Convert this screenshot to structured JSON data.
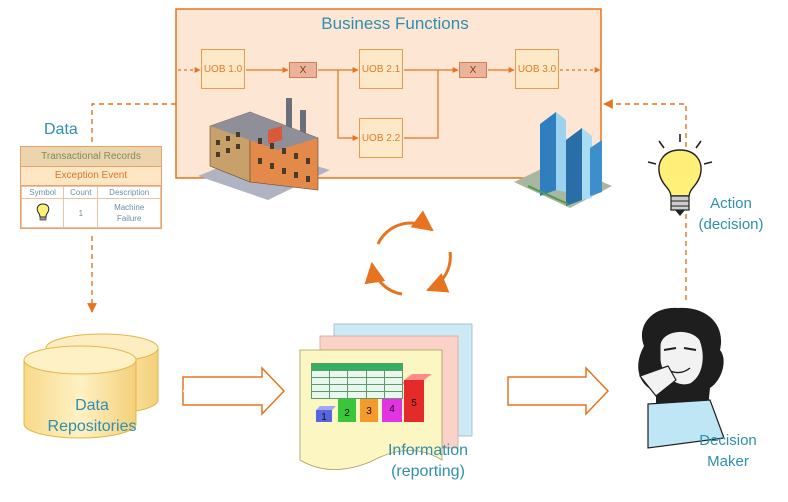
{
  "business_functions": {
    "title": "Business Functions",
    "uobs": [
      "UOB 1.0",
      "UOB 2.1",
      "UOB 2.2",
      "UOB 3.0"
    ],
    "gate_x": "X"
  },
  "data_label": "Data",
  "transactional": {
    "title": "Transactional Records",
    "event": "Exception Event",
    "columns": [
      "Symbol",
      "Count",
      "Description"
    ],
    "row": {
      "count": "1",
      "description_line1": "Machine",
      "description_line2": "Failure"
    }
  },
  "action": {
    "line1": "Action",
    "line2": "(decision)"
  },
  "repositories": {
    "line1": "Data",
    "line2": "Repositories"
  },
  "information": {
    "line1": "Information",
    "line2": "(reporting)"
  },
  "decision_maker": {
    "line1": "Decision",
    "line2": "Maker"
  },
  "bars": [
    "1",
    "2",
    "3",
    "4",
    "5"
  ],
  "colors": {
    "accent_orange": "#e8731e",
    "label_blue": "#2e8fb0",
    "panel_fill": "#fde6d4",
    "box_fill": "#fde8c8",
    "cylinder_fill": "#fde9b5",
    "report_fill": "#fcf6c2"
  }
}
